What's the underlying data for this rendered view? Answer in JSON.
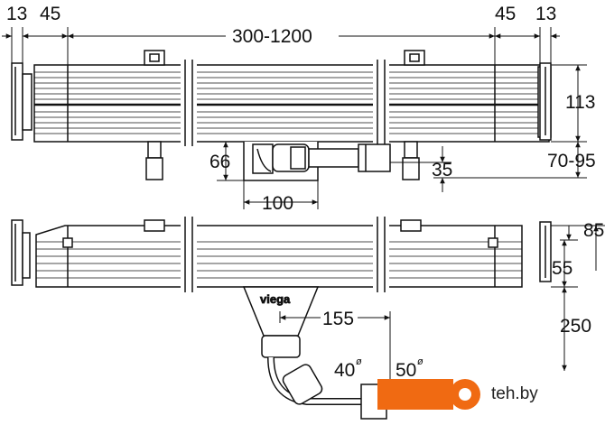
{
  "dimensions": {
    "end_cap_left": "13",
    "margin_left": "45",
    "length_range": "300-1200",
    "margin_right": "45",
    "end_cap_right": "13",
    "height_channel": "113",
    "outlet_height": "66",
    "outlet_offset": "35",
    "adjust_range": "70-95",
    "outlet_width": "100",
    "drop_85": "85",
    "drop_55": "55",
    "drop_250": "250",
    "offset_155": "155",
    "pipe_small": "40",
    "pipe_large": "50",
    "diameter_mark": "ø"
  },
  "brand_label": "viega",
  "watermark": {
    "site": "teh.by",
    "accent_color": "#f06a12"
  },
  "colors": {
    "line": "#111111",
    "background": "#ffffff"
  }
}
